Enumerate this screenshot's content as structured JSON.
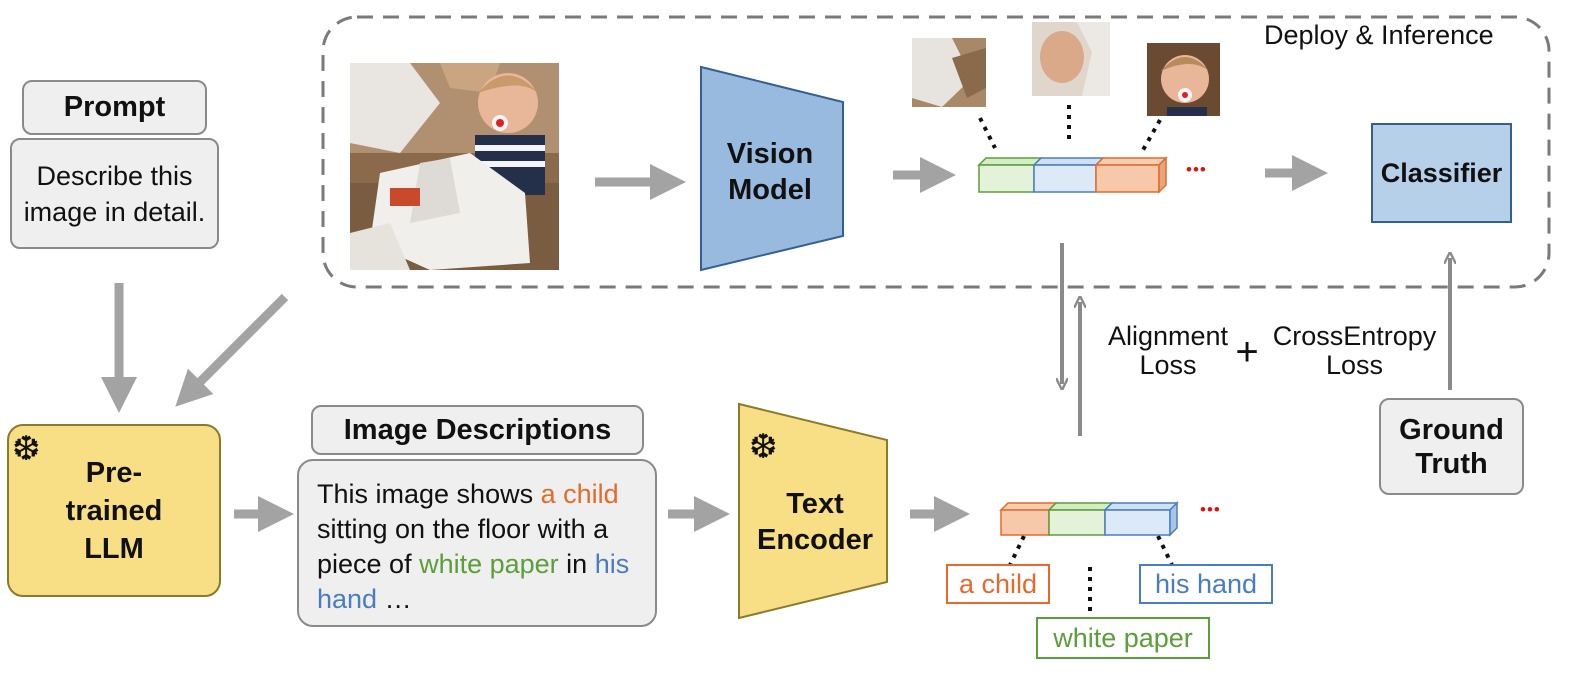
{
  "deploy": {
    "title": "Deploy & Inference"
  },
  "prompt": {
    "header": "Prompt",
    "text": "Describe this image in detail."
  },
  "llm": {
    "label": "Pre-trained LLM",
    "frozen_icon": "snowflake-icon"
  },
  "descriptions": {
    "header": "Image Descriptions",
    "parts": [
      {
        "text": "This image shows ",
        "color": "#111111"
      },
      {
        "text": "a child",
        "color": "#e36b2c"
      },
      {
        "text": " sitting on the floor with a piece of ",
        "color": "#111111"
      },
      {
        "text": "white paper",
        "color": "#5b9e3a"
      },
      {
        "text": " in ",
        "color": "#111111"
      },
      {
        "text": "his hand",
        "color": "#4a7cc2"
      },
      {
        "text": " …",
        "color": "#111111"
      }
    ]
  },
  "vision_model": {
    "label": "Vision Model"
  },
  "text_encoder": {
    "label": "Text Encoder",
    "frozen_icon": "snowflake-icon"
  },
  "classifier": {
    "label": "Classifier"
  },
  "ground_truth": {
    "label": "Ground Truth"
  },
  "losses": {
    "alignment": "Alignment Loss",
    "plus": "+",
    "cross_entropy": "CrossEntropy Loss"
  },
  "text_tags": {
    "a_child": "a child",
    "white_paper": "white paper",
    "his_hand": "his hand"
  },
  "ellipsis": "•••",
  "colors": {
    "orange": "#e36b2c",
    "green": "#5b9e3a",
    "blue": "#4a7cc2",
    "vision_fill": "#99badf",
    "encoder_fill": "#f8df85",
    "llm_fill": "#f8df85",
    "classifier_fill": "#b7d0ea",
    "arrow_gray": "#a3a3a3"
  }
}
